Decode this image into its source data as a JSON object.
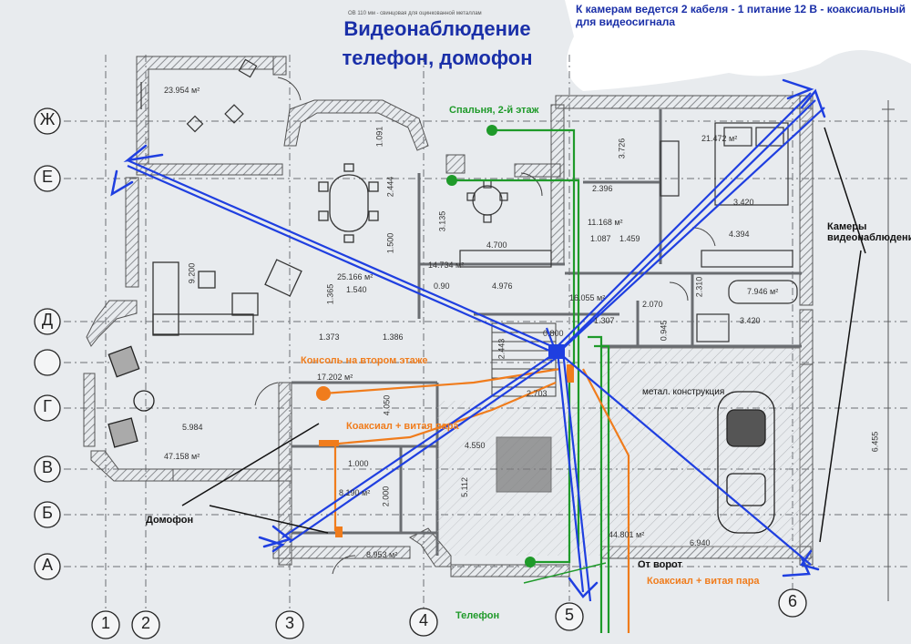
{
  "title": {
    "line1": "Видеонаблюдение",
    "line2": "телефон, домофон"
  },
  "note_top": {
    "line1": "К камерам ведется 2 кабеля - 1 питание 12 В - коаксиальный",
    "line2": "для видеосигнала"
  },
  "small_caption": "ОВ 110 мм - свинцовая для оцинкованной металлам",
  "grid_rows": [
    "Ж",
    "Е",
    "Д",
    "",
    "Г",
    "В",
    "Б",
    "А"
  ],
  "grid_cols": [
    "1",
    "2",
    "3",
    "4",
    "5",
    "6"
  ],
  "labels": {
    "bedroom": "Спальня, 2-й этаж",
    "cameras": "Камеры видеонаблюдения",
    "console": "Консоль на втором этаже",
    "coax_mid": "Коаксиал + витая пара",
    "coax_bottom": "Коаксиал + витая пара",
    "intercom": "Домофон",
    "metal": "метал. конструкция",
    "gate": "От ворот",
    "phone": "Телефон"
  },
  "areas": [
    "23.954 м²",
    "21.472 м²",
    "11.168 м²",
    "25.166 м²",
    "7.946 м²",
    "17.202 м²",
    "47.158 м²",
    "8.190 м²",
    "8.953 м²",
    "44.801 м²",
    "16.055 м²",
    "14.734 м²"
  ],
  "dimensions": [
    "1.091",
    "2.444",
    "3.135",
    "1.500",
    "1.365",
    "1.540",
    "4.700",
    "4.976",
    "0.90",
    "1.373",
    "1.386",
    "3.726",
    "2.396",
    "1.087",
    "1.459",
    "3.420",
    "4.394",
    "2.070",
    "2.310",
    "1.307",
    "0.945",
    "3.420",
    "4.050",
    "9.200",
    "5.984",
    "1.000",
    "2.000",
    "4.550",
    "5.112",
    "2.703",
    "2.443",
    "6.940",
    "6.455",
    "0.800"
  ],
  "colors": {
    "camera_lines": "#1f3fe0",
    "orange_cable": "#f07c1c",
    "green_cable": "#1f9a2a",
    "title": "#1a2fa8",
    "walls": "#777777"
  }
}
